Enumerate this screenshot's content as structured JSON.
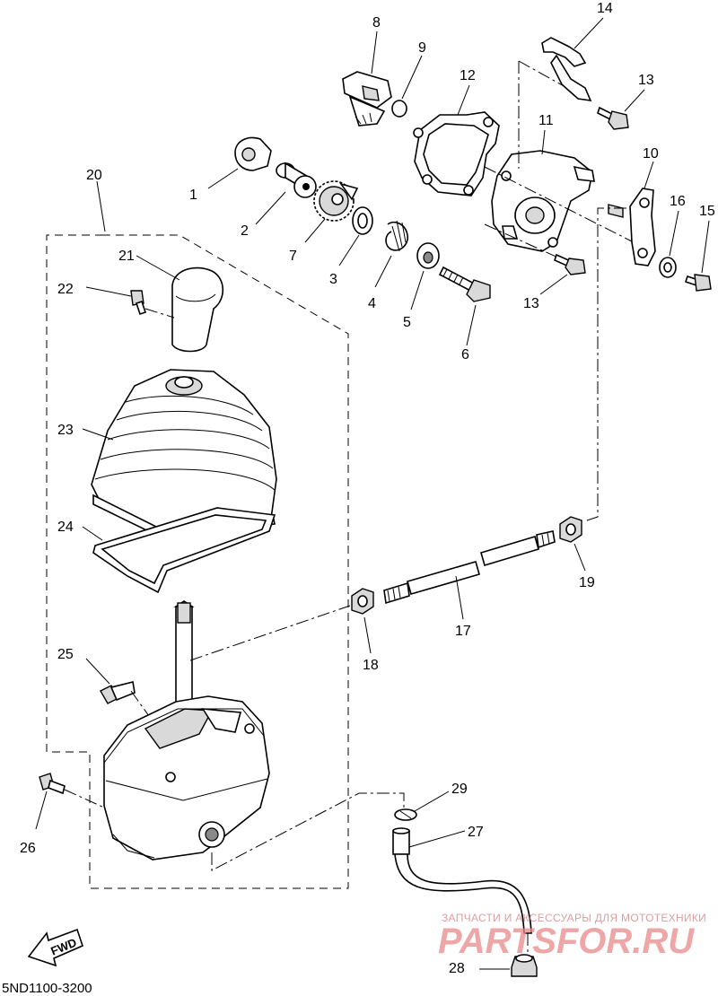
{
  "diagram": {
    "code": "5ND1100-3200",
    "fwd_label": "FWD",
    "watermark": {
      "line1": "ЗАПЧАСТИ И АКСЕССУАРЫ ДЛЯ МОТОТЕХНИКИ",
      "line2": "PARTSFOR.RU"
    },
    "callouts": {
      "n1": "1",
      "n2": "2",
      "n3": "3",
      "n4": "4",
      "n5": "5",
      "n6": "6",
      "n7": "7",
      "n8": "8",
      "n9": "9",
      "n10": "10",
      "n11": "11",
      "n12": "12",
      "n13a": "13",
      "n13b": "13",
      "n14": "14",
      "n15": "15",
      "n16": "16",
      "n17": "17",
      "n18": "18",
      "n19": "19",
      "n20": "20",
      "n21": "21",
      "n22": "22",
      "n23": "23",
      "n24": "24",
      "n25": "25",
      "n26": "26",
      "n27": "27",
      "n28": "28",
      "n29": "29"
    }
  }
}
